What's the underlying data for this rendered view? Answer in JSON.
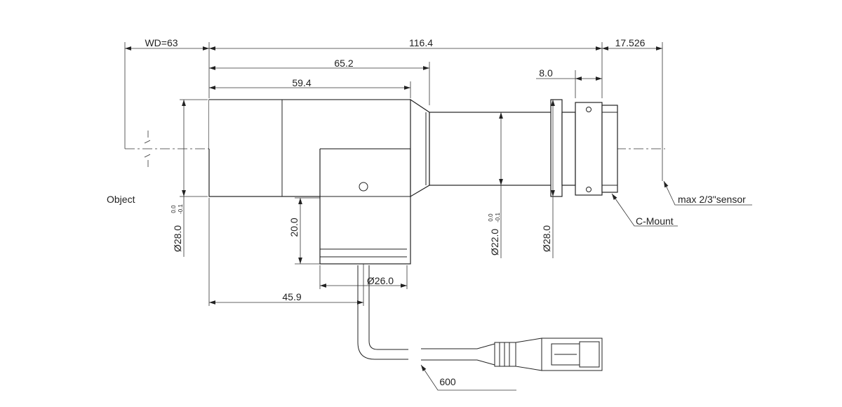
{
  "drawing": {
    "dimensions": {
      "working_distance": "WD=63",
      "total_length": "116.4",
      "back_focus": "17.526",
      "length_65": "65.2",
      "length_59": "59.4",
      "mount_length": "8.0",
      "side_offset": "45.9",
      "port_diameter": "Ø26.0",
      "port_height": "20.0",
      "front_diameter": "Ø28.0",
      "rear_diameter": "Ø22.0",
      "mount_diameter": "Ø28.0",
      "cable_length": "600"
    },
    "tolerances": {
      "front_upper": "0.0",
      "front_lower": "-0.1",
      "rear_upper": "0.0",
      "rear_lower": "-0.1"
    },
    "labels": {
      "object": "Object",
      "sensor": "max 2/3\"sensor",
      "mount": "C-Mount"
    }
  }
}
